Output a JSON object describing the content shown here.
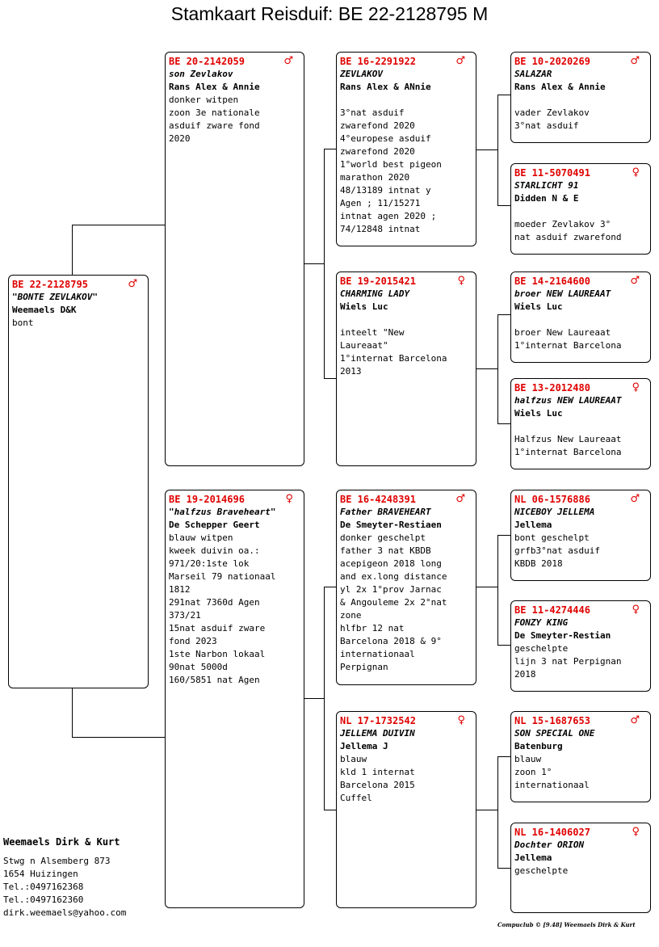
{
  "title": "Stamkaart Reisduif: BE  22-2128795 M",
  "male_symbol": "♂",
  "female_symbol": "♀",
  "subject": {
    "ring": "BE  22-2128795",
    "sex": "M",
    "name": "\"BONTE ZEVLAKOV\"",
    "owner": "Weemaels D&K",
    "info": "bont"
  },
  "father": {
    "ring": "BE  20-2142059",
    "sex": "M",
    "name": "son Zevlakov",
    "owner": "Rans Alex & Annie",
    "info": "donker witpen\nzoon 3e nationale\nasduif zware fond\n2020"
  },
  "mother": {
    "ring": "BE  19-2014696",
    "sex": "F",
    "name": "\"halfzus Braveheart\"",
    "owner": "De Schepper Geert",
    "info": "blauw witpen\nkweek duivin oa.:\n971/20:1ste lok\nMarseil 79 nationaal\n1812\n291nat 7360d Agen\n373/21\n15nat asduif zware\nfond 2023\n1ste Narbon lokaal\n90nat 5000d\n160/5851 nat Agen"
  },
  "ff": {
    "ring": "BE  16-2291922",
    "sex": "M",
    "name": "ZEVLAKOV",
    "owner": "Rans Alex & ANnie",
    "info": "3°nat asduif\nzwarefond 2020\n4°europese asduif\nzwarefond 2020\n1°world best pigeon\nmarathon 2020\n48/13189 intnat y\nAgen ; 11/15271\nintnat agen 2020 ;\n74/12848 intnat"
  },
  "fm": {
    "ring": "BE  19-2015421",
    "sex": "F",
    "name": "CHARMING LADY",
    "owner": "Wiels Luc",
    "info": "inteelt \"New\nLaureaat\"\n1°internat Barcelona\n2013"
  },
  "mf": {
    "ring": "BE  16-4248391",
    "sex": "M",
    "name": "Father BRAVEHEART",
    "owner": "De Smeyter-Restiaen",
    "info": "donker geschelpt\nfather 3 nat KBDB\nacepigeon 2018 long\nand ex.long distance\nyl 2x 1°prov Jarnac\n& Angouleme 2x 2°nat\nzone\nhlfbr 12 nat\nBarcelona 2018 & 9°\ninternationaal\nPerpignan"
  },
  "mm": {
    "ring": "NL  17-1732542",
    "sex": "F",
    "name": "JELLEMA DUIVIN",
    "owner": "Jellema J",
    "info": "blauw\nkld 1 internat\nBarcelona 2015\nCuffel"
  },
  "fff": {
    "ring": "BE  10-2020269",
    "sex": "M",
    "name": "SALAZAR",
    "owner": "Rans Alex & Annie",
    "info": "vader Zevlakov\n3°nat asduif"
  },
  "ffm": {
    "ring": "BE  11-5070491",
    "sex": "F",
    "name": "STARLICHT 91",
    "owner": "Didden  N & E",
    "info": "moeder Zevlakov 3°\nnat asduif zwarefond"
  },
  "fmf": {
    "ring": "BE  14-2164600",
    "sex": "M",
    "name": "broer NEW LAUREAAT",
    "owner": "Wiels Luc",
    "info": "broer New Laureaat\n1°internat Barcelona"
  },
  "fmm": {
    "ring": "BE  13-2012480",
    "sex": "F",
    "name": "halfzus NEW LAUREAAT",
    "owner": "Wiels Luc",
    "info": "Halfzus New Laureaat\n1°internat Barcelona"
  },
  "mff": {
    "ring": "NL  06-1576886",
    "sex": "M",
    "name": "NICEBOY JELLEMA",
    "owner": "Jellema",
    "info": "bont geschelpt\ngrfb3°nat asduif\nKBDB 2018"
  },
  "mfm": {
    "ring": "BE  11-4274446",
    "sex": "F",
    "name": "FONZY KING",
    "owner": "De Smeyter-Restian",
    "info": "geschelpte\nlijn 3 nat Perpignan\n2018"
  },
  "mmf": {
    "ring": "NL  15-1687653",
    "sex": "M",
    "name": "SON SPECIAL ONE",
    "owner": "Batenburg",
    "info": "blauw\nzoon 1°\ninternationaal"
  },
  "mmm": {
    "ring": "NL  16-1406027",
    "sex": "F",
    "name": "Dochter ORION",
    "owner": "Jellema",
    "info": "geschelpte"
  },
  "breeder": {
    "name": "Weemaels Dirk & Kurt",
    "address": "Stwg n Alsemberg 873",
    "city": "1654  Huizingen",
    "tel1": "Tel.:0497162368",
    "tel2": "Tel.:0497162360",
    "email": "dirk.weemaels@yahoo.com"
  },
  "footer": "Compuclub © [9.48]  Weemaels Dirk & Kurt",
  "colors": {
    "ring": "#e00000",
    "border": "#000000",
    "background": "#ffffff"
  }
}
